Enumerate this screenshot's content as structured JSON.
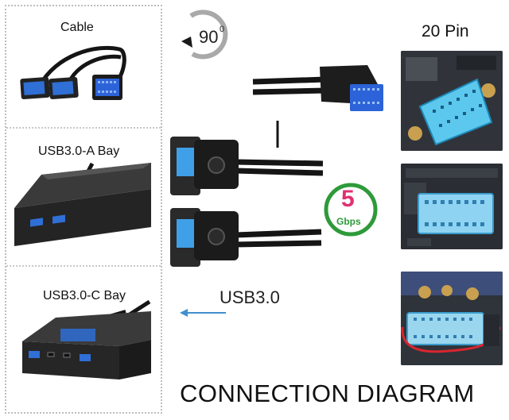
{
  "labels": {
    "cable": "Cable",
    "bay_a": "USB3.0-A Bay",
    "bay_c": "USB3.0-C Bay",
    "angle": "90",
    "degree": "0",
    "pins": "20 Pin",
    "speed_value": "5",
    "speed_unit": "Gbps",
    "usb": "USB3.0",
    "title": "CONNECTION DIAGRAM"
  },
  "colors": {
    "accent_green": "#2e9a3a",
    "speed_pink": "#e03070",
    "usb_blue": "#2f6fd6",
    "connector_blue": "#3fa0e8",
    "header_cyan": "#5cc8ee",
    "arrow_blue": "#3f8fd0",
    "cable_black": "#151515"
  }
}
